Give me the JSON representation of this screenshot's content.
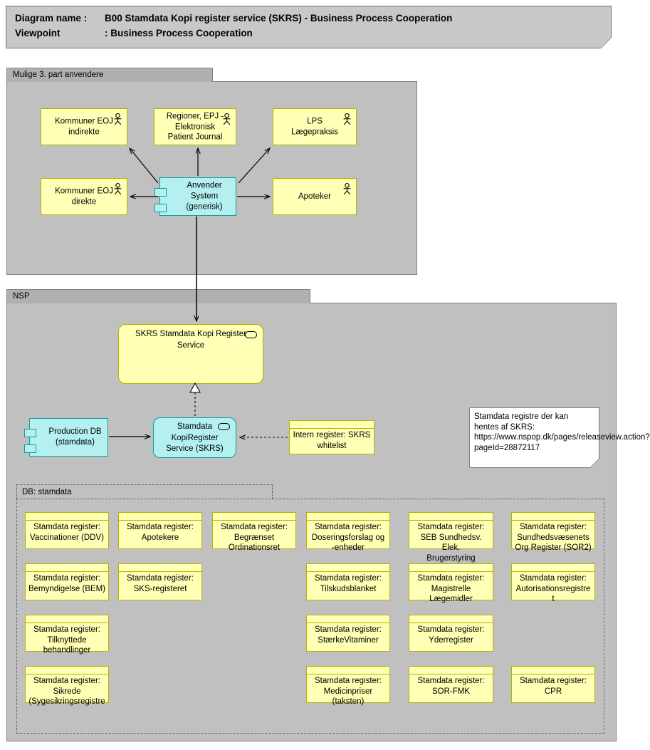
{
  "header": {
    "diagram_name_label": "Diagram name :",
    "diagram_name_value": "B00 Stamdata Kopi register service (SKRS) - Business Process Cooperation",
    "viewpoint_label": "Viewpoint",
    "viewpoint_sep": ": Business Process Cooperation"
  },
  "groups": {
    "third_party": {
      "title": "Mulige 3. part anvendere"
    },
    "nsp": {
      "title": "NSP"
    },
    "db_stamdata": {
      "title": "DB: stamdata"
    }
  },
  "actors": [
    {
      "label": "Kommuner EOJ\nindirekte",
      "icon": "actor-icon"
    },
    {
      "label": "Regioner, EPJ -\nElektronisk\nPatient Journal",
      "icon": "actor-icon"
    },
    {
      "label": "LPS\nLægepraksis",
      "icon": "actor-icon"
    },
    {
      "label": "Kommuner EOJ\ndirekte",
      "icon": "actor-icon"
    },
    {
      "label": "Apoteker",
      "icon": "actor-icon"
    }
  ],
  "components": {
    "anvender_system": {
      "label": "Anvender System\n(generisk)"
    },
    "production_db": {
      "label": "Production DB\n(stamdata)"
    }
  },
  "services": {
    "skrs_service": {
      "label": "SKRS Stamdata Kopi Register\nService",
      "icon": "application-service-icon"
    },
    "kopiregister_service": {
      "label": "Stamdata\nKopiRegister\nService (SKRS)",
      "icon": "application-service-icon"
    }
  },
  "internal_register": {
    "label": "Intern register: SKRS\nwhitelist"
  },
  "note": {
    "text": "Stamdata registre der kan hentes af SKRS: https://www.nspop.dk/pages/releaseview.action?pageId=28872117"
  },
  "registers": [
    {
      "label": "Stamdata register:\nVaccinationer (DDV)",
      "col": 0,
      "row": 0
    },
    {
      "label": "Stamdata register:\nApotekere",
      "col": 1,
      "row": 0
    },
    {
      "label": "Stamdata register:\nBegrænset\nOrdinationsret",
      "col": 2,
      "row": 0
    },
    {
      "label": "Stamdata register:\nDoseringsforslag og\n-enheder",
      "col": 3,
      "row": 0
    },
    {
      "label": "Stamdata register:\nSEB Sundhedsv. Elek.\nBrugerstyring",
      "col": 4,
      "row": 0
    },
    {
      "label": "Stamdata register:\nSundhedsvæsenets\nOrg Register (SOR2)",
      "col": 5,
      "row": 0
    },
    {
      "label": "Stamdata register:\nBemyndigelse (BEM)",
      "col": 0,
      "row": 1
    },
    {
      "label": "Stamdata register:\nSKS-registeret",
      "col": 1,
      "row": 1
    },
    {
      "label": "Stamdata register:\nTilskudsblanket",
      "col": 3,
      "row": 1
    },
    {
      "label": "Stamdata register:\nMagistrelle\nLægemidler",
      "col": 4,
      "row": 1
    },
    {
      "label": "Stamdata register:\nAutorisationsregistre\nt",
      "col": 5,
      "row": 1
    },
    {
      "label": "Stamdata register:\nTilknyttede\nbehandlinger",
      "col": 0,
      "row": 2
    },
    {
      "label": "Stamdata register:\nStærkeVitaminer",
      "col": 3,
      "row": 2
    },
    {
      "label": "Stamdata register:\nYderregister",
      "col": 4,
      "row": 2
    },
    {
      "label": "Stamdata register:\nSikrede\n(Sygesikringsregistre",
      "col": 0,
      "row": 3
    },
    {
      "label": "Stamdata register:\nMedicinpriser\n(taksten)",
      "col": 3,
      "row": 3
    },
    {
      "label": "Stamdata register:\nSOR-FMK",
      "col": 4,
      "row": 3
    },
    {
      "label": "Stamdata register:\nCPR",
      "col": 5,
      "row": 3
    }
  ],
  "colors": {
    "element_yellow": "#ffffb5",
    "element_yellow_border": "#b3b300",
    "element_blue": "#b4f0f0",
    "element_blue_border": "#0d9d9d",
    "group_fill": "#c0c0c0",
    "group_header": "#b0b0b0",
    "banner_fill": "#c8c8c8"
  }
}
